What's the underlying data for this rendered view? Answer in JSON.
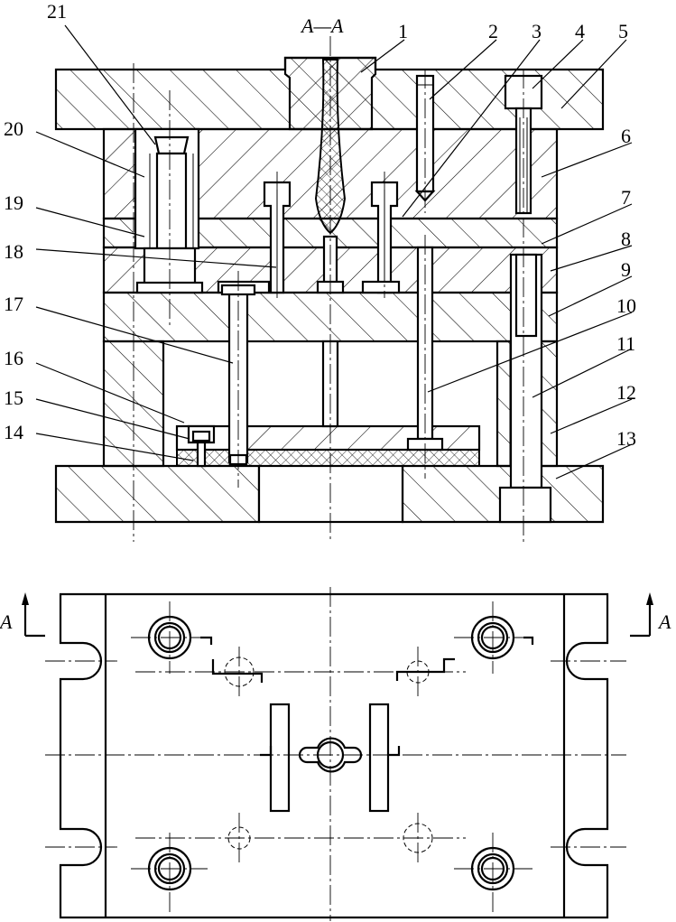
{
  "section_label": "A—A",
  "section_marker_letter": "A",
  "part_numbers": {
    "p1": "1",
    "p2": "2",
    "p3": "3",
    "p4": "4",
    "p5": "5",
    "p6": "6",
    "p7": "7",
    "p8": "8",
    "p9": "9",
    "p10": "10",
    "p11": "11",
    "p12": "12",
    "p13": "13",
    "p14": "14",
    "p15": "15",
    "p16": "16",
    "p17": "17",
    "p18": "18",
    "p19": "19",
    "p20": "20",
    "p21": "21"
  }
}
